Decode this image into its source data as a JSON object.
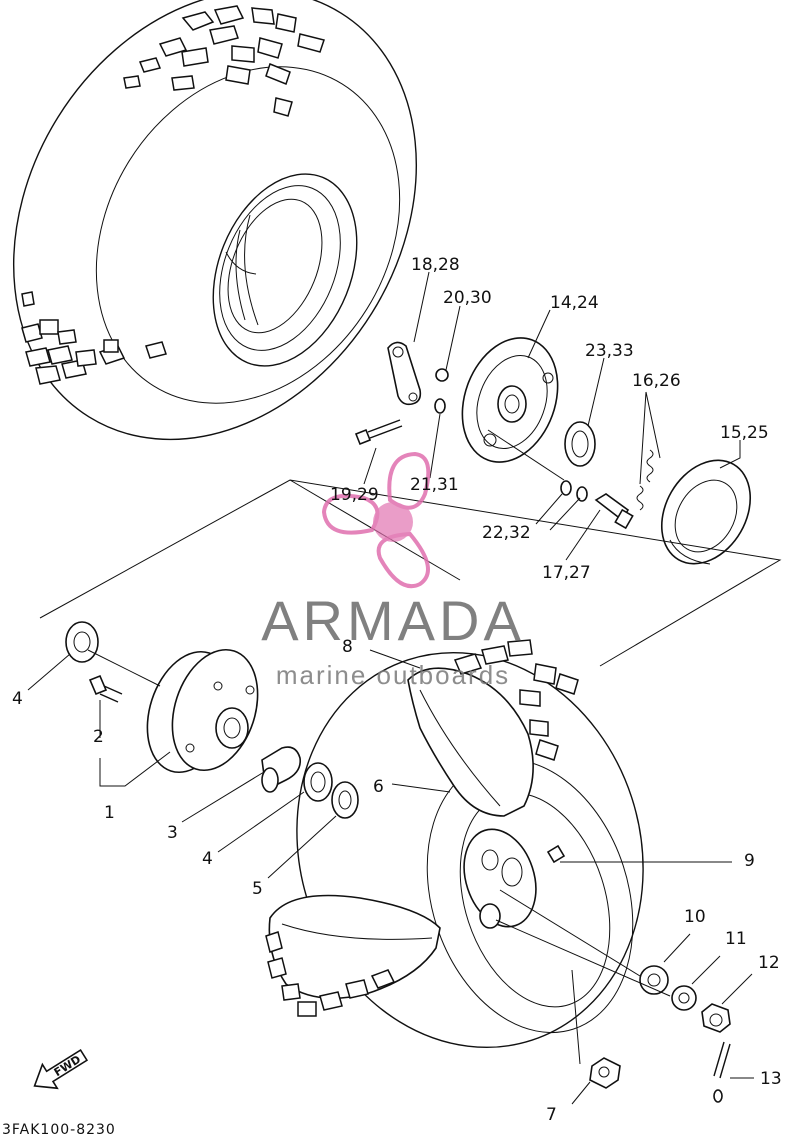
{
  "labels": {
    "l_18_28": "18,28",
    "l_20_30": "20,30",
    "l_14_24": "14,24",
    "l_23_33": "23,33",
    "l_16_26": "16,26",
    "l_15_25": "15,25",
    "l_19_29": "19,29",
    "l_21_31": "21,31",
    "l_22_32": "22,32",
    "l_17_27": "17,27",
    "l_8": "8",
    "l_4a": "4",
    "l_2": "2",
    "l_1": "1",
    "l_6": "6",
    "l_3": "3",
    "l_4b": "4",
    "l_9": "9",
    "l_5": "5",
    "l_10": "10",
    "l_11": "11",
    "l_12": "12",
    "l_13": "13",
    "l_7": "7"
  },
  "diagram_code": "3FAK100-8230",
  "fwd_label": "FWD",
  "watermark": {
    "title": "ARMADA",
    "subtitle": "marine outboards",
    "pink": "#e06fae",
    "grey": "#6b6b6b"
  }
}
